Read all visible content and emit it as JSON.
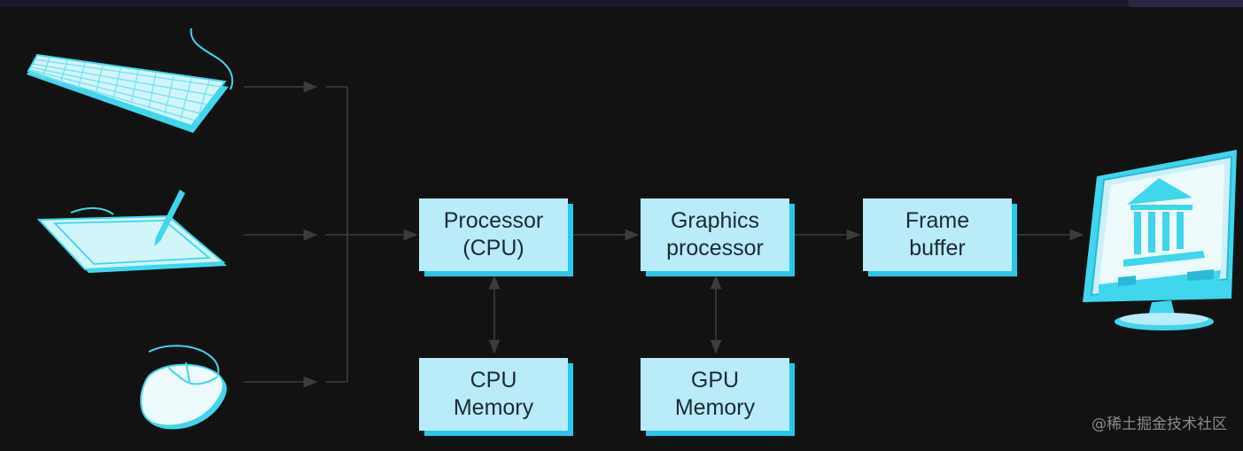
{
  "boxes": {
    "cpu": {
      "line1": "Processor",
      "line2": "(CPU)"
    },
    "gpu": {
      "line1": "Graphics",
      "line2": "processor"
    },
    "framebuffer": {
      "line1": "Frame",
      "line2": "buffer"
    },
    "cpu_memory": {
      "line1": "CPU",
      "line2": "Memory"
    },
    "gpu_memory": {
      "line1": "GPU",
      "line2": "Memory"
    }
  },
  "icons": [
    "keyboard-icon",
    "tablet-icon",
    "mouse-icon",
    "monitor-icon"
  ],
  "colors": {
    "background": "#121212",
    "box_fill": "#b9ebf8",
    "box_shadow": "#28c9e6",
    "line": "#4a4a4a",
    "icon": "#3fd6ee"
  },
  "watermark": "@稀土掘金技术社区"
}
